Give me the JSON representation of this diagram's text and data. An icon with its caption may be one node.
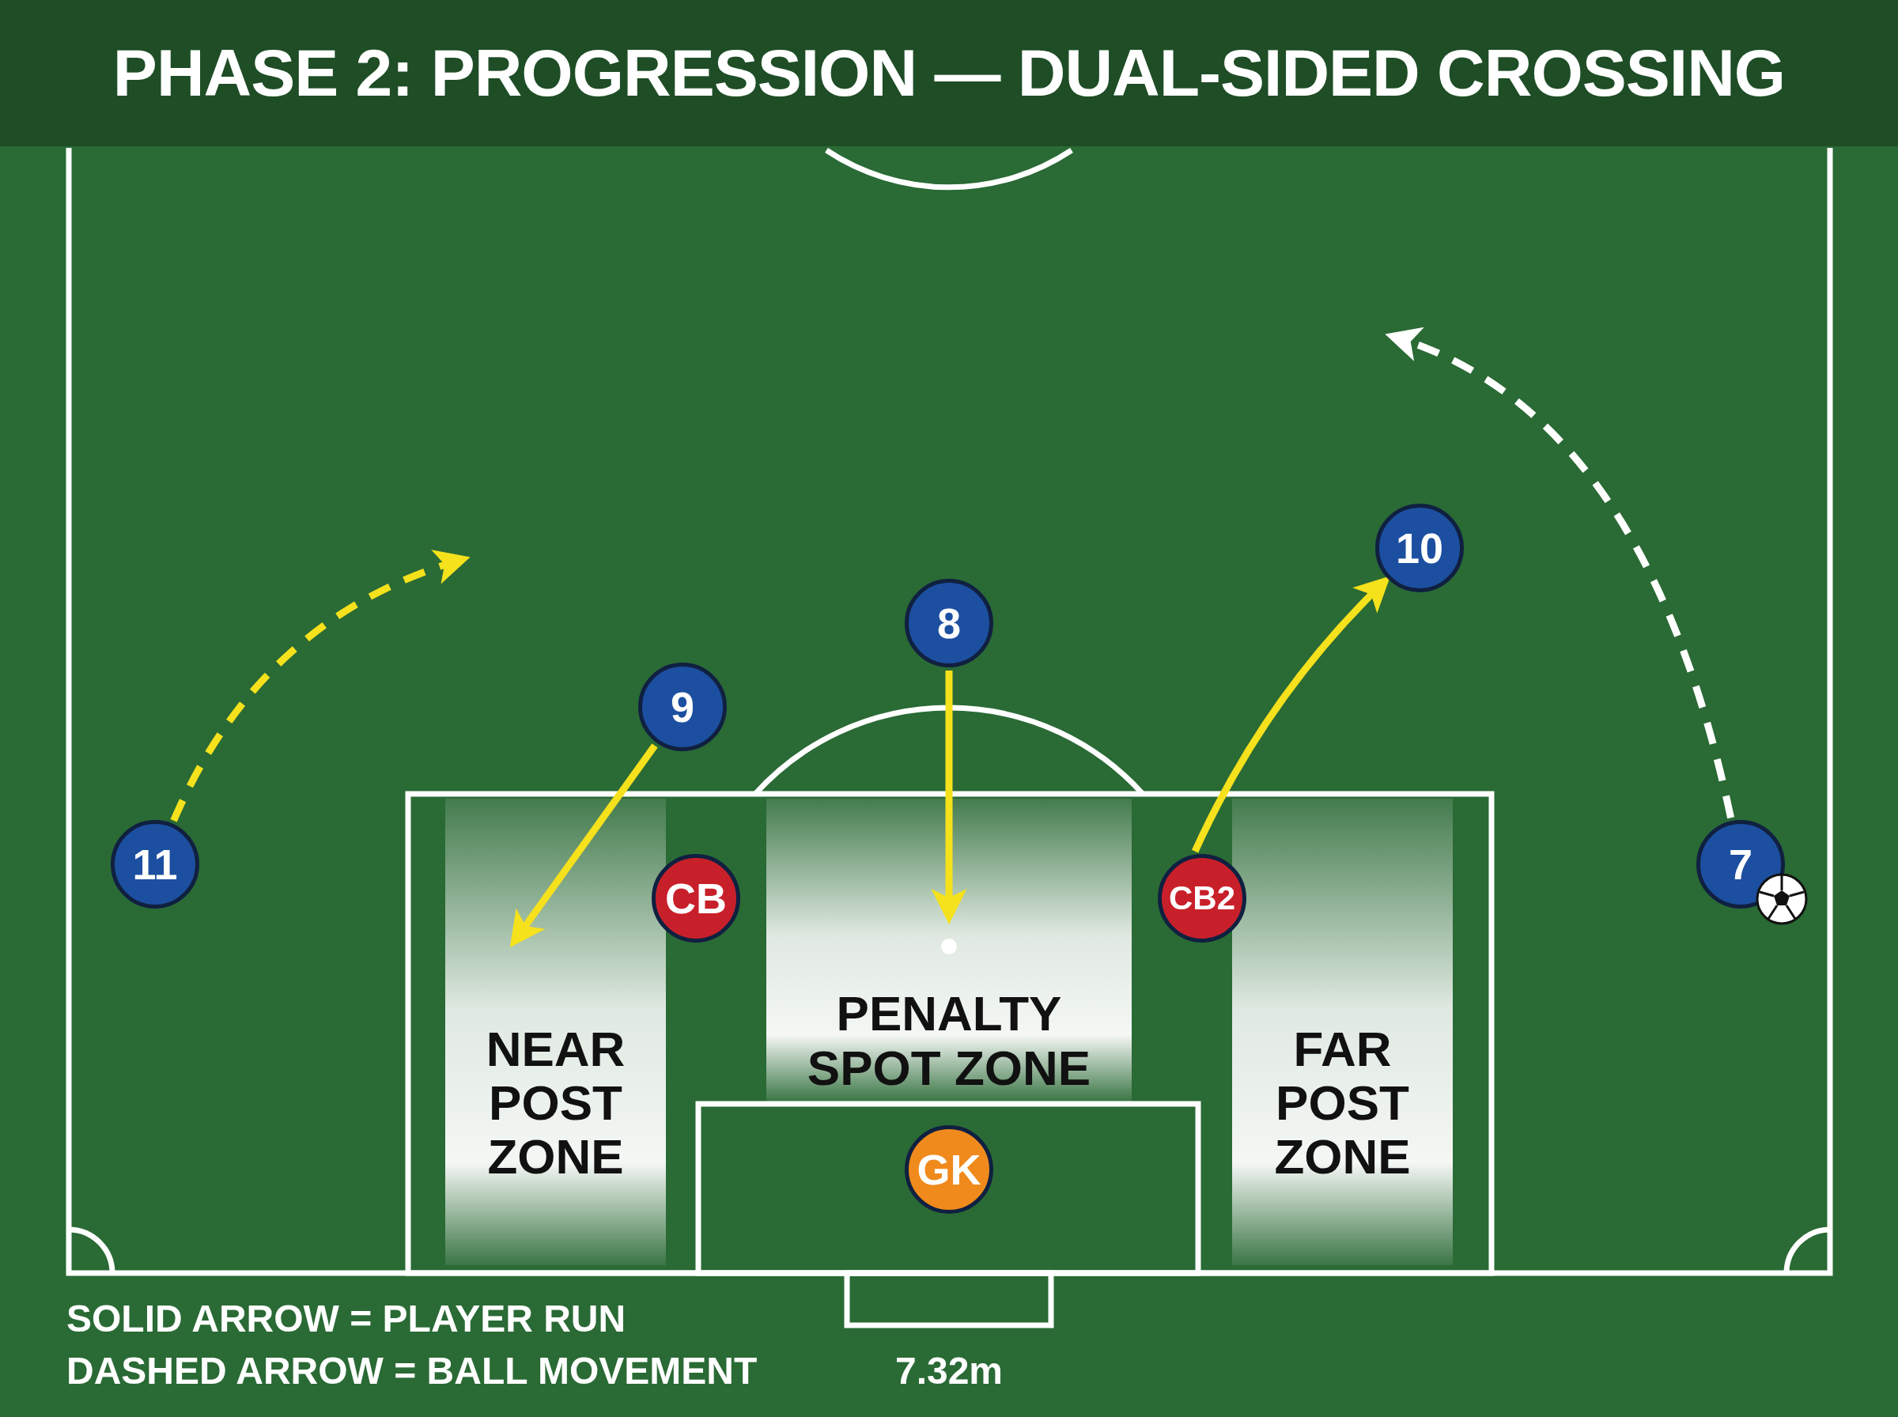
{
  "diagram": {
    "title": "PHASE 2: PROGRESSION — DUAL-SIDED CROSSING",
    "nodes": [
      {
        "text": [
          "10"
        ]
      },
      {
        "text": [
          "8"
        ]
      },
      {
        "text": [
          "9"
        ]
      },
      {
        "text": [
          "11"
        ]
      },
      {
        "text": [
          "7"
        ]
      },
      {
        "text": [
          "CB"
        ]
      },
      {
        "text": [
          "CB2"
        ]
      },
      {
        "text": [
          "NEAR POST ZONE"
        ]
      },
      {
        "text": [
          "PENALTY SPOT ZONE"
        ]
      },
      {
        "text": [
          "FAR POST ZONE"
        ]
      },
      {
        "text": [
          "GK"
        ]
      }
    ],
    "edges": [
      {
        "from": 3,
        "to": null,
        "arrow": "to",
        "style": "dashed"
      },
      {
        "from": 2,
        "to": 7,
        "arrow": "to"
      },
      {
        "from": 1,
        "to": 8,
        "arrow": "to"
      },
      {
        "from": 6,
        "to": 0,
        "arrow": "to"
      },
      {
        "from": 4,
        "to": null,
        "arrow": "to",
        "style": "dashed",
        "color": "#ffffff"
      }
    ],
    "labels": [
      "SOLID ARROW = PLAYER RUN",
      "DASHED ARROW = BALL MOVEMENT",
      "7.32m"
    ]
  }
}
